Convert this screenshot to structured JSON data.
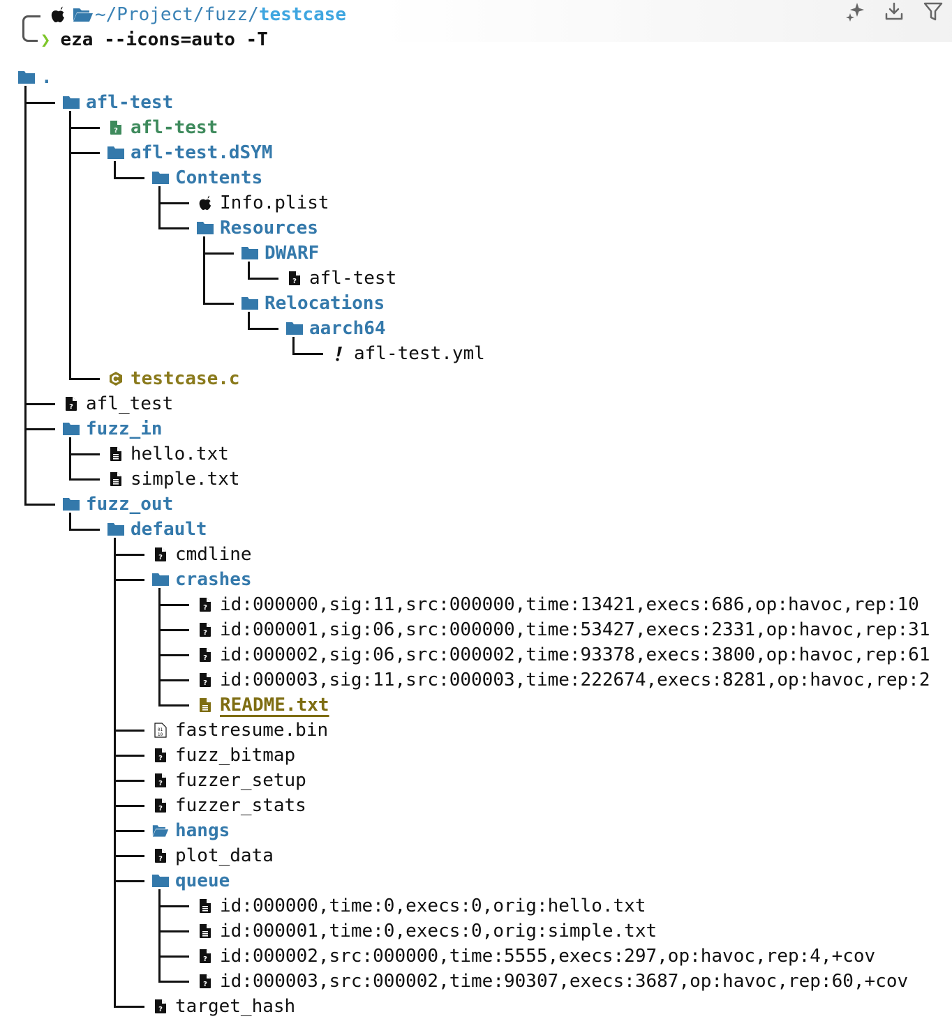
{
  "terminal": {
    "prompt": {
      "os_icon": "apple-icon",
      "folder_icon": "folder-open-icon",
      "path_prefix": "~/Project/fuzz/",
      "path_current": "testcase",
      "prompt_symbol": "❯",
      "command": "eza --icons=auto -T"
    },
    "toolbar": [
      {
        "name": "sparkle-icon",
        "label": "AI"
      },
      {
        "name": "download-icon",
        "label": "Download"
      },
      {
        "name": "filter-icon",
        "label": "Filter"
      }
    ],
    "colors": {
      "directory": "#3479ab",
      "executable": "#3e8a5c",
      "source": "#8a7a1c",
      "readme": "#7e6d12",
      "prompt_chevron": "#7ec62a",
      "path_current": "#3fa6e0"
    },
    "tree": [
      {
        "depth": 0,
        "name": ".",
        "type": "dir",
        "icon": "folder",
        "last": true
      },
      {
        "depth": 1,
        "name": "afl-test",
        "type": "dir",
        "icon": "folder",
        "last": false
      },
      {
        "depth": 2,
        "name": "afl-test",
        "type": "exe",
        "icon": "file-unknown-green",
        "last": false
      },
      {
        "depth": 2,
        "name": "afl-test.dSYM",
        "type": "dir",
        "icon": "folder",
        "last": false
      },
      {
        "depth": 3,
        "name": "Contents",
        "type": "dir",
        "icon": "folder",
        "last": true
      },
      {
        "depth": 4,
        "name": "Info.plist",
        "type": "plain",
        "icon": "apple",
        "last": false
      },
      {
        "depth": 4,
        "name": "Resources",
        "type": "dir",
        "icon": "folder",
        "last": true
      },
      {
        "depth": 5,
        "name": "DWARF",
        "type": "dir",
        "icon": "folder",
        "last": false
      },
      {
        "depth": 6,
        "name": "afl-test",
        "type": "plain",
        "icon": "file-unknown",
        "last": true
      },
      {
        "depth": 5,
        "name": "Relocations",
        "type": "dir",
        "icon": "folder",
        "last": true
      },
      {
        "depth": 6,
        "name": "aarch64",
        "type": "dir",
        "icon": "folder",
        "last": true
      },
      {
        "depth": 7,
        "name": "afl-test.yml",
        "type": "plain",
        "icon": "exclamation",
        "last": true
      },
      {
        "depth": 2,
        "name": "testcase.c",
        "type": "src",
        "icon": "c-lang",
        "last": true
      },
      {
        "depth": 1,
        "name": "afl_test",
        "type": "plain",
        "icon": "file-unknown",
        "last": false
      },
      {
        "depth": 1,
        "name": "fuzz_in",
        "type": "dir",
        "icon": "folder",
        "last": false
      },
      {
        "depth": 2,
        "name": "hello.txt",
        "type": "plain",
        "icon": "file-text",
        "last": false
      },
      {
        "depth": 2,
        "name": "simple.txt",
        "type": "plain",
        "icon": "file-text",
        "last": true
      },
      {
        "depth": 1,
        "name": "fuzz_out",
        "type": "dir",
        "icon": "folder",
        "last": true
      },
      {
        "depth": 2,
        "name": "default",
        "type": "dir",
        "icon": "folder",
        "last": true
      },
      {
        "depth": 3,
        "name": "cmdline",
        "type": "plain",
        "icon": "file-unknown",
        "last": false
      },
      {
        "depth": 3,
        "name": "crashes",
        "type": "dir",
        "icon": "folder",
        "last": false
      },
      {
        "depth": 4,
        "name": "id:000000,sig:11,src:000000,time:13421,execs:686,op:havoc,rep:10",
        "type": "plain",
        "icon": "file-unknown",
        "last": false
      },
      {
        "depth": 4,
        "name": "id:000001,sig:06,src:000000,time:53427,execs:2331,op:havoc,rep:31",
        "type": "plain",
        "icon": "file-unknown",
        "last": false
      },
      {
        "depth": 4,
        "name": "id:000002,sig:06,src:000002,time:93378,execs:3800,op:havoc,rep:61",
        "type": "plain",
        "icon": "file-unknown",
        "last": false
      },
      {
        "depth": 4,
        "name": "id:000003,sig:11,src:000003,time:222674,execs:8281,op:havoc,rep:2",
        "type": "plain",
        "icon": "file-unknown",
        "last": false
      },
      {
        "depth": 4,
        "name": "README.txt",
        "type": "readme",
        "icon": "file-text-gold",
        "last": true
      },
      {
        "depth": 3,
        "name": "fastresume.bin",
        "type": "plain",
        "icon": "file-binary",
        "last": false
      },
      {
        "depth": 3,
        "name": "fuzz_bitmap",
        "type": "plain",
        "icon": "file-unknown",
        "last": false
      },
      {
        "depth": 3,
        "name": "fuzzer_setup",
        "type": "plain",
        "icon": "file-unknown",
        "last": false
      },
      {
        "depth": 3,
        "name": "fuzzer_stats",
        "type": "plain",
        "icon": "file-unknown",
        "last": false
      },
      {
        "depth": 3,
        "name": "hangs",
        "type": "dir",
        "icon": "folder-open",
        "last": false
      },
      {
        "depth": 3,
        "name": "plot_data",
        "type": "plain",
        "icon": "file-unknown",
        "last": false
      },
      {
        "depth": 3,
        "name": "queue",
        "type": "dir",
        "icon": "folder",
        "last": false
      },
      {
        "depth": 4,
        "name": "id:000000,time:0,execs:0,orig:hello.txt",
        "type": "plain",
        "icon": "file-text",
        "last": false
      },
      {
        "depth": 4,
        "name": "id:000001,time:0,execs:0,orig:simple.txt",
        "type": "plain",
        "icon": "file-text",
        "last": false
      },
      {
        "depth": 4,
        "name": "id:000002,src:000000,time:5555,execs:297,op:havoc,rep:4,+cov",
        "type": "plain",
        "icon": "file-unknown",
        "last": false
      },
      {
        "depth": 4,
        "name": "id:000003,src:000002,time:90307,execs:3687,op:havoc,rep:60,+cov",
        "type": "plain",
        "icon": "file-unknown",
        "last": true
      },
      {
        "depth": 3,
        "name": "target_hash",
        "type": "plain",
        "icon": "file-unknown",
        "last": true
      }
    ]
  }
}
